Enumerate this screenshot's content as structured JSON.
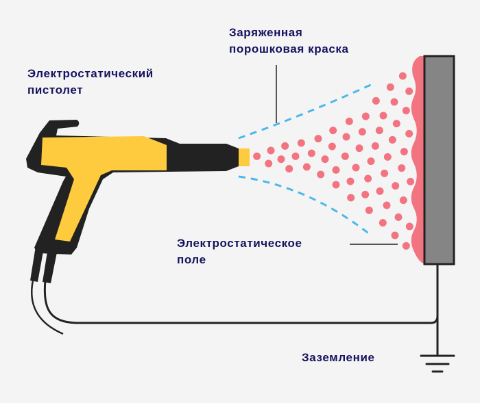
{
  "labels": {
    "gun": [
      "Электростатический",
      "пистолет"
    ],
    "powder": [
      "Заряженная",
      "порошковая краска"
    ],
    "field": [
      "Электростатическое",
      "поле"
    ],
    "ground": "Заземление"
  },
  "colors": {
    "text": "#15125e",
    "gun_body": "#fecb3e",
    "gun_outline": "#222222",
    "particles": "#f27480",
    "field_lines": "#4cb8e8",
    "part": "#858585"
  }
}
